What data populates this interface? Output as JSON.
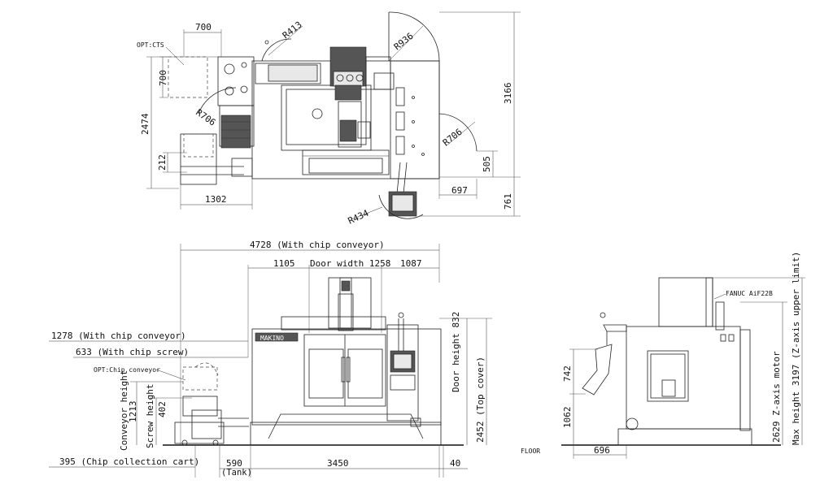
{
  "top_view": {
    "opt_cts": "OPT:CTS",
    "dim_700_w": "700",
    "dim_700_h": "700",
    "r413": "R413",
    "r936": "R936",
    "r706_left": "R706",
    "r706_right": "R706",
    "r434": "R434",
    "dim_2474": "2474",
    "dim_212": "212",
    "dim_1302": "1302",
    "dim_3166": "3166",
    "dim_505": "505",
    "dim_697": "697",
    "dim_761": "761"
  },
  "front_view": {
    "overall_width": "4728 (With chip conveyor)",
    "dim_1105": "1105",
    "door_width": "Door width 1258",
    "dim_1087": "1087",
    "conveyor_1278": "1278 (With chip conveyor)",
    "screw_633": "633 (With chip screw)",
    "opt_chip_conveyor": "OPT:Chip conveyor",
    "conveyor_height": "Conveyor height",
    "dim_1213": "1213",
    "screw_height": "Screw height",
    "dim_402": "402",
    "door_height": "Door height 832",
    "top_cover": "2452 (Top cover)",
    "chip_cart": "395 (Chip collection cart)",
    "dim_590": "590",
    "tank": "(Tank)",
    "dim_3450": "3450",
    "dim_40": "40",
    "brand": "MAKINO"
  },
  "side_view": {
    "floor": "FLOOR",
    "fanuc": "FANUC AiF22B",
    "dim_742": "742",
    "dim_1062": "1062",
    "dim_696": "696",
    "z_motor": "2629 Z-axis motor",
    "max_height": "Max height 3197 (Z-axis upper limit)"
  }
}
